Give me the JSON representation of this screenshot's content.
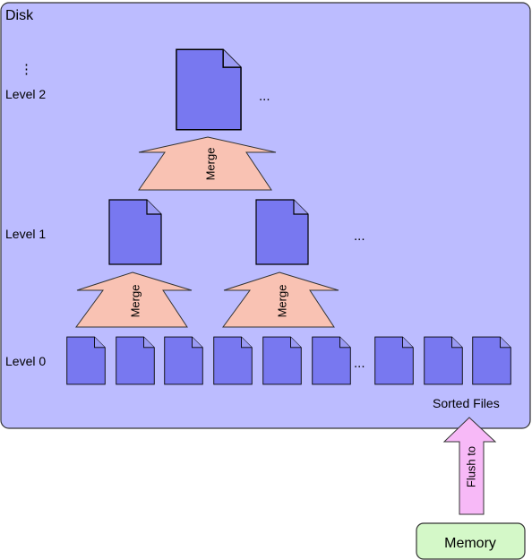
{
  "disk": {
    "title": "Disk",
    "fill": "#bcbcff"
  },
  "levels": {
    "ellipsis": "⋮",
    "level2": "Level 2",
    "level1": "Level 1",
    "level0": "Level 0"
  },
  "ellipses": {
    "level2": "...",
    "level1": "...",
    "level0": "..."
  },
  "merge_label": "Merge",
  "sorted_files_label": "Sorted Files",
  "flush_label": "Flush to",
  "memory_label": "Memory",
  "colors": {
    "file": "#7878f0",
    "merge_arrow": "#f9c2b3",
    "flush_arrow": "#f7b9f7",
    "memory": "#d4f8c8"
  }
}
